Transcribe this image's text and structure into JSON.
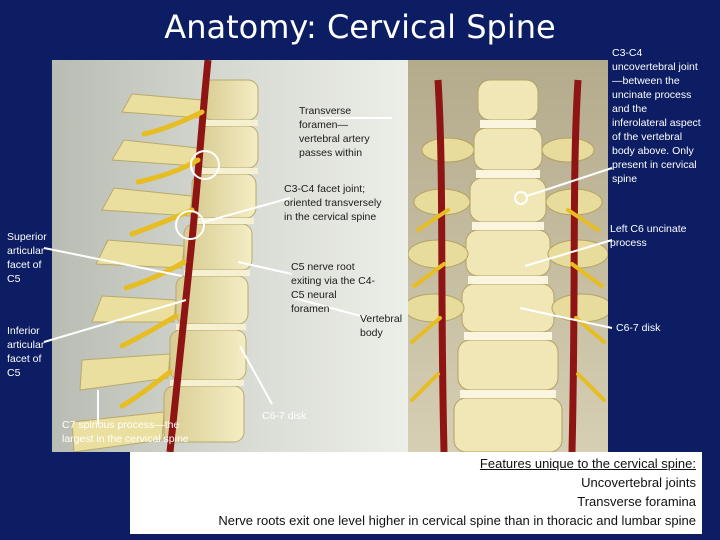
{
  "slide": {
    "title": "Anatomy: Cervical Spine",
    "colors": {
      "background": "#0c1d63",
      "bone": "#efe6b8",
      "artery": "#8f1414",
      "nerve": "#e7bd24",
      "label_white": "#ffffff"
    }
  },
  "labels": {
    "transverse": [
      "Transverse",
      "foramen—",
      "vertebral artery",
      "passes within"
    ],
    "facet_joint": [
      "C3-C4 facet joint;",
      "oriented transversely",
      "in the cervical spine"
    ],
    "superior_facet": [
      "Superior",
      "articular",
      "facet of",
      "C5"
    ],
    "inferior_facet": [
      "Inferior",
      "articular",
      "facet of",
      "C5"
    ],
    "nerve_root": [
      "C5 nerve root",
      "exiting via the C4-",
      "C5 neural",
      "foramen"
    ],
    "vertebral_body": [
      "Vertebral",
      "body"
    ],
    "spinous": [
      "C7 spinous process—the",
      "largest in the cervical spine"
    ],
    "disc_left": [
      "C6-7 disk"
    ],
    "uncovertebral": [
      "C3-C4",
      "uncovertebral joint",
      "—between the",
      "uncinate process",
      "and the",
      "inferolateral aspect",
      "of the vertebral",
      "body above. Only",
      "present in cervical",
      "spine"
    ],
    "uncinate": [
      "Left C6 uncinate",
      "process"
    ],
    "disc_right": [
      "C6-7 disk"
    ]
  },
  "features": {
    "heading": "Features unique to the cervical spine:",
    "items": [
      "Uncovertebral joints",
      "Transverse foramina",
      "Nerve roots exit one level higher in cervical spine than in thoracic and lumbar spine"
    ]
  }
}
